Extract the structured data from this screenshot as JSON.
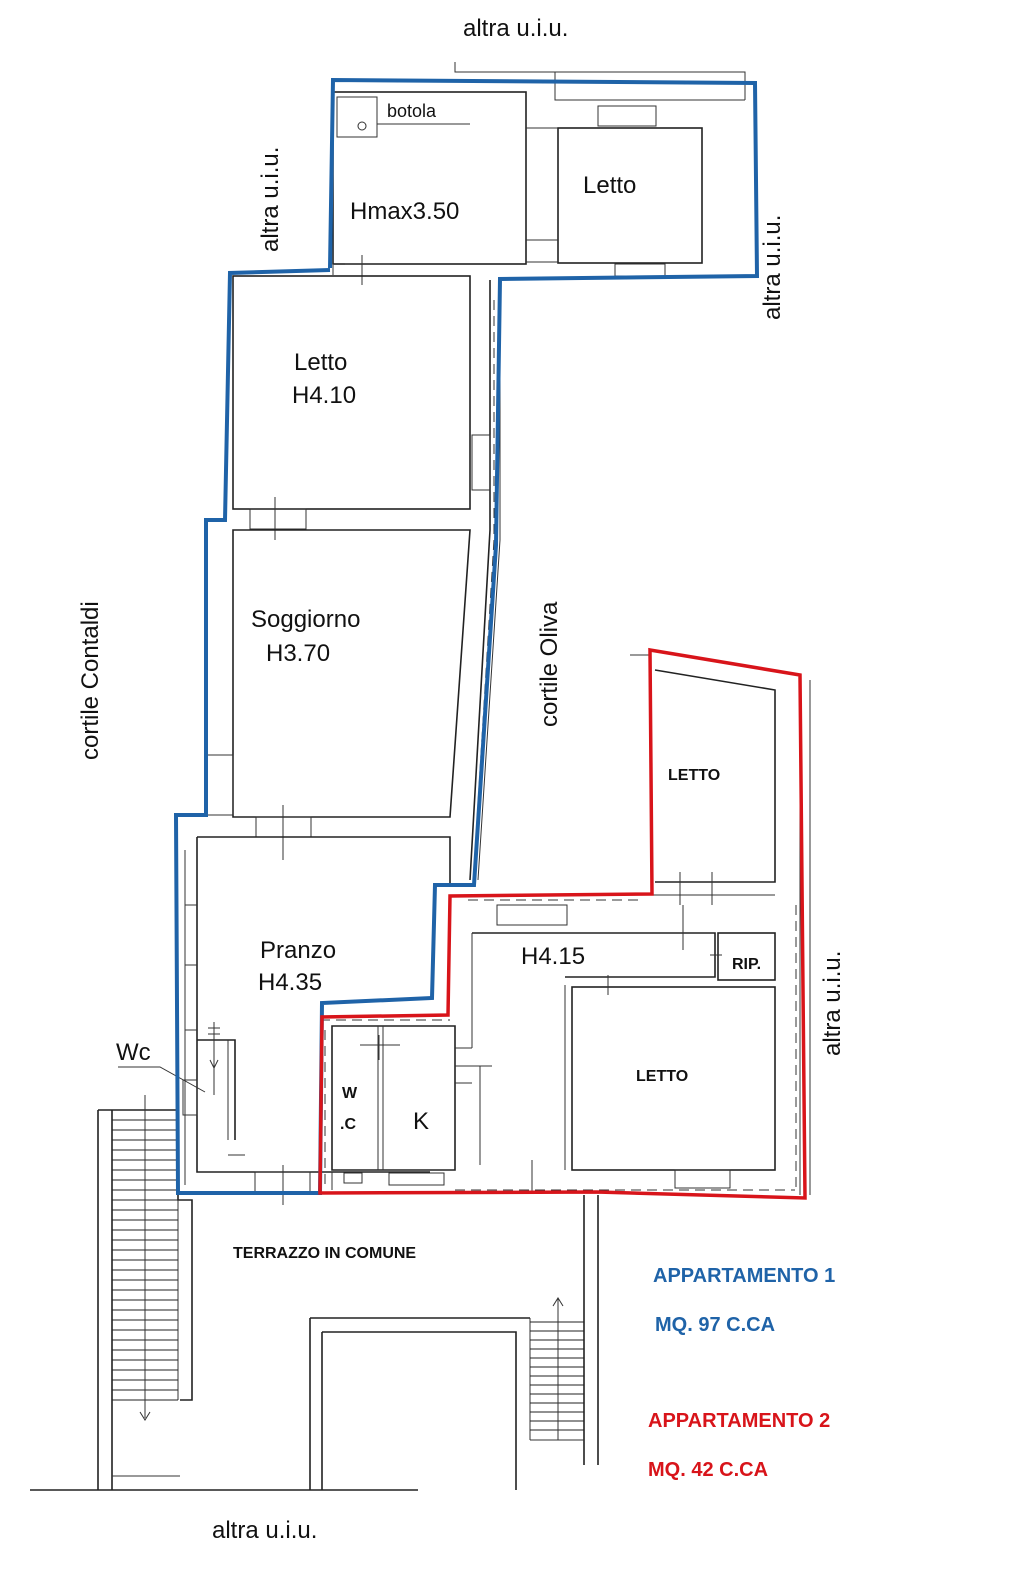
{
  "surroundings": {
    "top": "altra u.i.u.",
    "left_upper": "altra u.i.u.",
    "right_upper": "altra u.i.u.",
    "right_lower": "altra u.i.u.",
    "bottom": "altra u.i.u.",
    "courtyard_left": "cortile Contaldi",
    "courtyard_middle": "cortile Oliva"
  },
  "rooms": {
    "botola": "botola",
    "hmax": "Hmax3.50",
    "letto_top": "Letto",
    "letto_main": "Letto",
    "letto_main_h": "H4.10",
    "soggiorno": "Soggiorno",
    "soggiorno_h": "H3.70",
    "pranzo": "Pranzo",
    "pranzo_h": "H4.35",
    "wc": "Wc",
    "apt2_letto_top": "LETTO",
    "apt2_h": "H4.15",
    "apt2_rip": "RIP.",
    "apt2_letto_bottom": "LETTO",
    "apt2_wc_1": "W",
    "apt2_wc_2": ".C",
    "apt2_k": "K",
    "terrazzo": "TERRAZZO IN COMUNE"
  },
  "legend": {
    "apt1_name": "APPARTAMENTO 1",
    "apt1_area": "MQ.  97 C.CA",
    "apt2_name": "APPARTAMENTO 2",
    "apt2_area": "MQ. 42 C.CA"
  },
  "colors": {
    "apartment_1": "#1f63a8",
    "apartment_2": "#d8141a"
  }
}
